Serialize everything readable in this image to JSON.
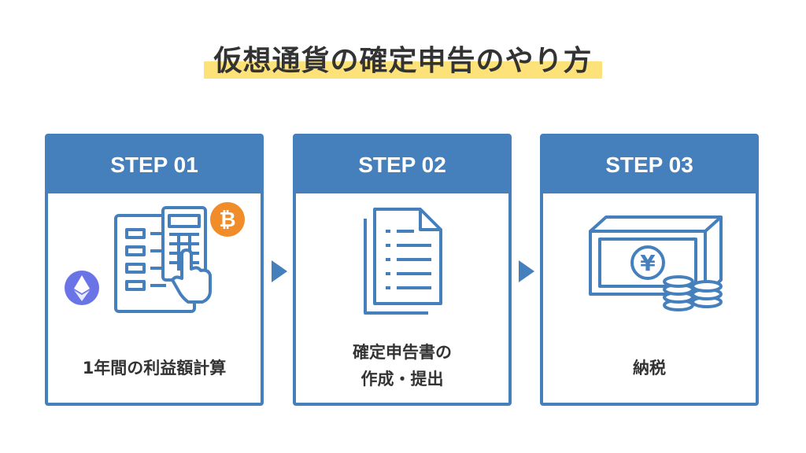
{
  "title": "仮想通貨の確定申告のやり方",
  "colors": {
    "accent": "#4580bd",
    "highlight": "#fde27a",
    "bitcoin": "#f08c2a",
    "ethereum": "#6a74e6"
  },
  "steps": [
    {
      "header": "STEP 01",
      "label_line1": "1年間の利益額計算",
      "label_line2": "",
      "icon": "calculator-crypto-icon"
    },
    {
      "header": "STEP 02",
      "label_line1": "確定申告書の",
      "label_line2": "作成・提出",
      "icon": "documents-icon"
    },
    {
      "header": "STEP 03",
      "label_line1": "納税",
      "label_line2": "",
      "icon": "yen-money-icon"
    }
  ]
}
